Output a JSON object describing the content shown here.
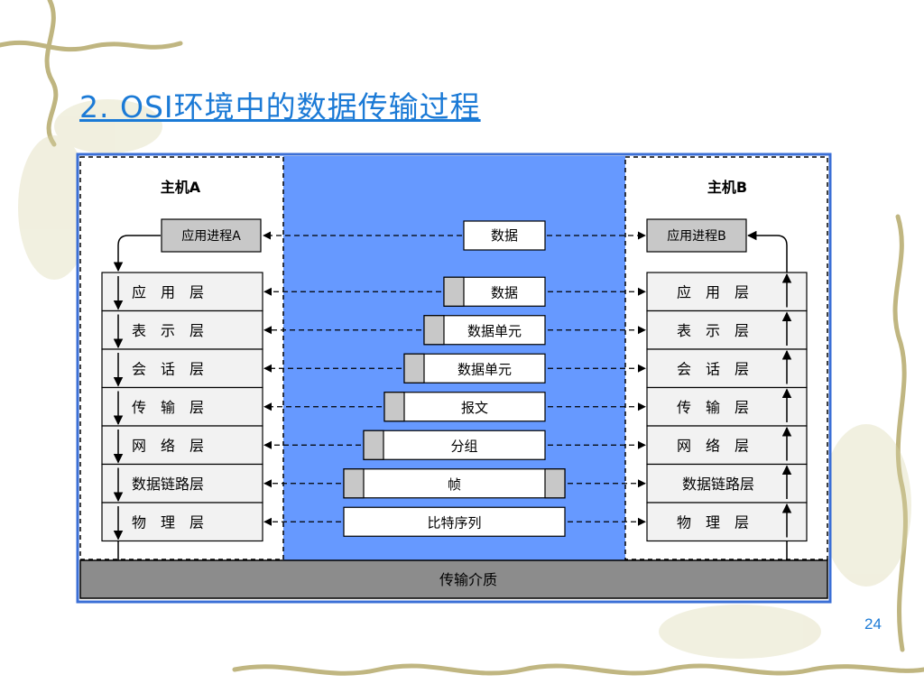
{
  "slide": {
    "title": "2. OSI环境中的数据传输过程",
    "page_number": "24"
  },
  "diagram": {
    "host_a": {
      "title": "主机A",
      "process": "应用进程A"
    },
    "host_b": {
      "title": "主机B",
      "process": "应用进程B"
    },
    "layers": {
      "host_a": [
        "应　用　层",
        "表　示　层",
        "会　话　层",
        "传　输　层",
        "网　络　层",
        "数据链路层",
        "物　理　层"
      ],
      "host_b": [
        "应　用　层",
        "表　示　层",
        "会　话　层",
        "传　输　层",
        "网　络　层",
        "数据链路层",
        "物　理　层"
      ]
    },
    "top_data_label": "数据",
    "data_units": [
      "数据",
      "数据单元",
      "数据单元",
      "报文",
      "分组",
      "帧",
      "比特序列"
    ],
    "medium": "传输介质",
    "colors": {
      "center_blue": "#6699ff",
      "frame_blue": "#3b6fd6",
      "layer_fill": "#f2f2f2",
      "header_fill": "#c8c8c8",
      "medium_fill": "#8c8c8c",
      "title_blue": "#1b7ad6"
    }
  }
}
